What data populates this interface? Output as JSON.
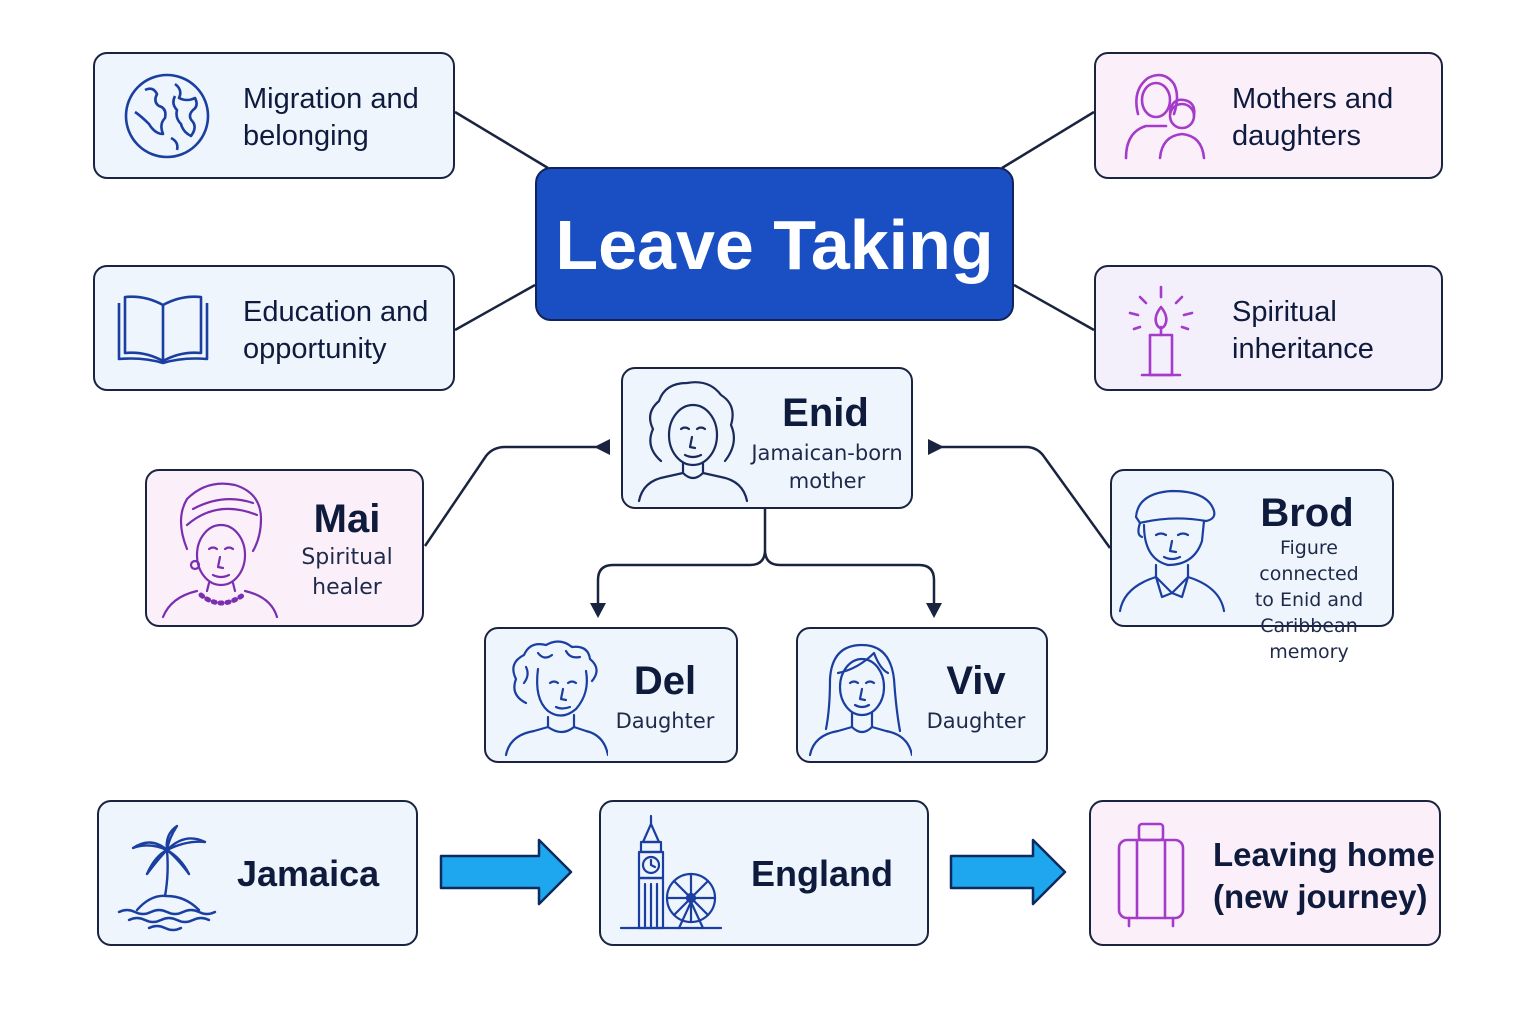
{
  "title": "Leave Taking",
  "themes": [
    {
      "label_lines": [
        "Migration and",
        "belonging"
      ],
      "icon": "globe-icon"
    },
    {
      "label_lines": [
        "Education and",
        "opportunity"
      ],
      "icon": "open-book-icon"
    },
    {
      "label_lines": [
        "Mothers and",
        "daughters"
      ],
      "icon": "mother-daughter-icon"
    },
    {
      "label_lines": [
        "Spiritual",
        "inheritance"
      ],
      "icon": "candle-icon"
    }
  ],
  "characters": {
    "enid": {
      "name": "Enid",
      "role_lines": [
        "Jamaican-born",
        "mother"
      ]
    },
    "mai": {
      "name": "Mai",
      "role_lines": [
        "Spiritual",
        "healer"
      ]
    },
    "brod": {
      "name": "Brod",
      "role_lines": [
        "Figure connected",
        "to Enid and",
        "Caribbean memory"
      ]
    },
    "del": {
      "name": "Del",
      "role_lines": [
        "Daughter"
      ]
    },
    "viv": {
      "name": "Viv",
      "role_lines": [
        "Daughter"
      ]
    }
  },
  "journey": [
    {
      "label_lines": [
        "Jamaica"
      ],
      "icon": "palm-island-icon"
    },
    {
      "label_lines": [
        "England"
      ],
      "icon": "big-ben-eye-icon"
    },
    {
      "label_lines": [
        "Leaving home",
        "(new journey)"
      ],
      "icon": "suitcase-icon"
    }
  ],
  "colors": {
    "title_bg": "#1a4fc4",
    "arrow_fill": "#1ea7ee",
    "icon_blue": "#1a3fa0",
    "icon_purple": "#a53bc9"
  }
}
